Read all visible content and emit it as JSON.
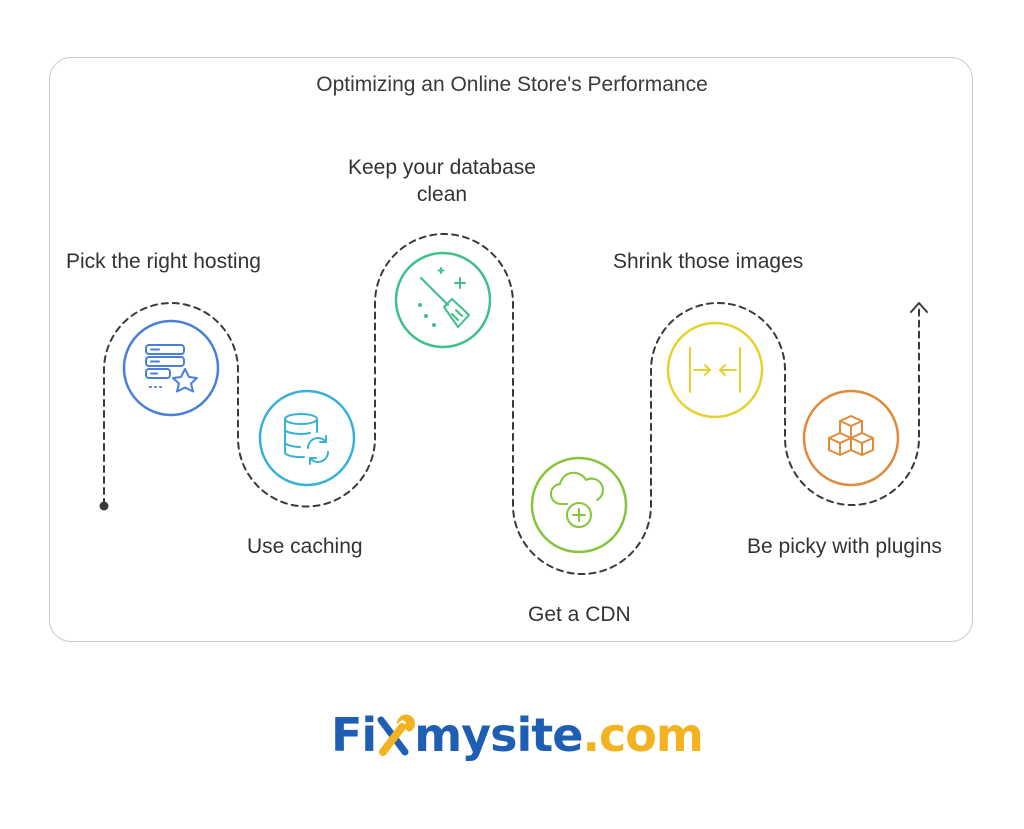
{
  "diagram": {
    "title": "Optimizing an Online Store's Performance",
    "steps": [
      {
        "label": "Pick the right hosting",
        "icon": "server-star-icon",
        "color": "#4a7fd9"
      },
      {
        "label": "Use caching",
        "icon": "database-sync-icon",
        "color": "#38b1d8"
      },
      {
        "label": "Keep your database clean",
        "icon": "broom-sparkle-icon",
        "color": "#3fbf8a"
      },
      {
        "label": "Get a CDN",
        "icon": "cloud-plus-icon",
        "color": "#86c43a"
      },
      {
        "label": "Shrink those images",
        "icon": "compress-arrows-icon",
        "color": "#e5d22e"
      },
      {
        "label": "Be picky with plugins",
        "icon": "stacked-cubes-icon",
        "color": "#e08a3a"
      }
    ]
  },
  "brand": {
    "part1": "Fi",
    "part2": "mysite",
    "part3": ".com",
    "colors": {
      "blue": "#1e5fb4",
      "yellow": "#f3b320"
    }
  }
}
